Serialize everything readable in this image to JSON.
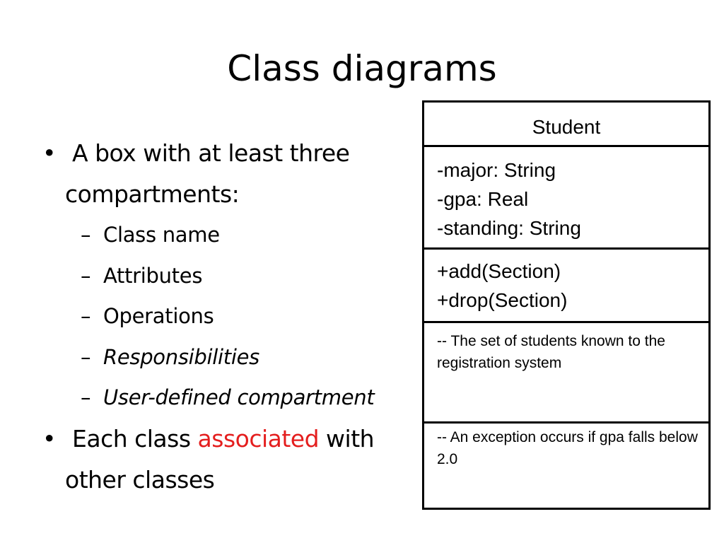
{
  "slide": {
    "title": "Class diagrams"
  },
  "bullets": {
    "b1_line1": "A box with at least three",
    "b1_line2": "compartments:",
    "sub": [
      "Class name",
      "Attributes",
      "Operations",
      "Responsibilities",
      "User-defined compartment"
    ],
    "b2_part1": "Each class ",
    "b2_highlight": "associated",
    "b2_part2": " with",
    "b2_line2": "other classes",
    "bullet_glyph": "•",
    "dash_glyph": "–"
  },
  "uml_class": {
    "name": "Student",
    "attributes": [
      "-major: String",
      "-gpa: Real",
      "-standing: String"
    ],
    "operations": [
      "+add(Section)",
      "+drop(Section)"
    ],
    "responsibilities": "-- The set of students known to the registration system",
    "user_defined": "-- An exception occurs if gpa falls below 2.0"
  },
  "colors": {
    "highlight": "#e41e1e",
    "text": "#000000",
    "background": "#ffffff"
  }
}
